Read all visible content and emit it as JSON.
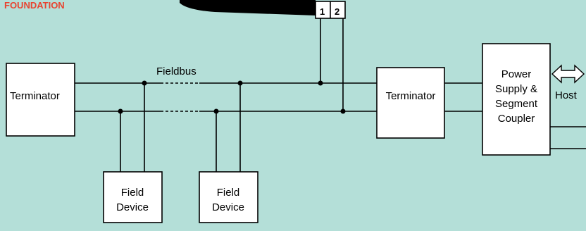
{
  "brand_text": "FOUNDATION",
  "bus_label": "Fieldbus",
  "terminator_left": "Terminator",
  "terminator_right": "Terminator",
  "field_devices": [
    {
      "line1": "Field",
      "line2": "Device"
    },
    {
      "line1": "Field",
      "line2": "Device"
    }
  ],
  "power_supply": {
    "line1": "Power",
    "line2": "Supply &",
    "line3": "Segment",
    "line4": "Coupler"
  },
  "host_label": "Host",
  "terminal_labels": [
    "1",
    "2"
  ],
  "colors": {
    "background": "#b4dfd8",
    "brand": "#e8432f",
    "box_fill": "#ffffff",
    "line": "#000000"
  }
}
